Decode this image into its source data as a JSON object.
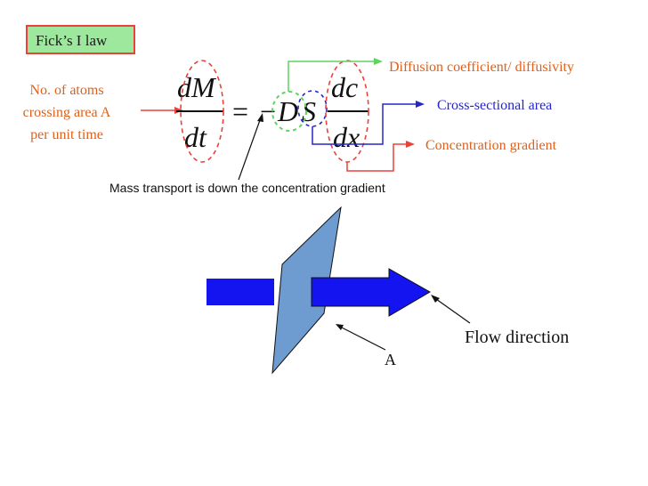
{
  "title_box": {
    "label": "Fick’s I law"
  },
  "equation": {
    "lhs_numerator": "dM",
    "lhs_denominator": "dt",
    "equals": "=",
    "minus": "−",
    "coefficient_D": "D",
    "area_S": "S",
    "rhs_numerator": "dc",
    "rhs_denominator": "dx"
  },
  "annotations": {
    "atoms_line1": "No. of atoms",
    "atoms_line2": "crossing area A",
    "atoms_line3": "per unit time",
    "diffusion_coefficient": "Diffusion coefficient/ diffusivity",
    "cross_sectional_area": "Cross-sectional area",
    "concentration_gradient": "Concentration gradient",
    "mass_transport": "Mass transport is down the concentration gradient"
  },
  "diagram": {
    "flow_direction": "Flow direction",
    "area_label": "A"
  },
  "colors": {
    "orange_text": "#e0601a",
    "red_dashed": "#e8423a",
    "green": "#5fd35f",
    "blue_dashed": "#2626c8",
    "title_box_fill": "#9ee89e",
    "plane_fill": "#6e9bd0",
    "arrow_blue": "#1414f0"
  }
}
